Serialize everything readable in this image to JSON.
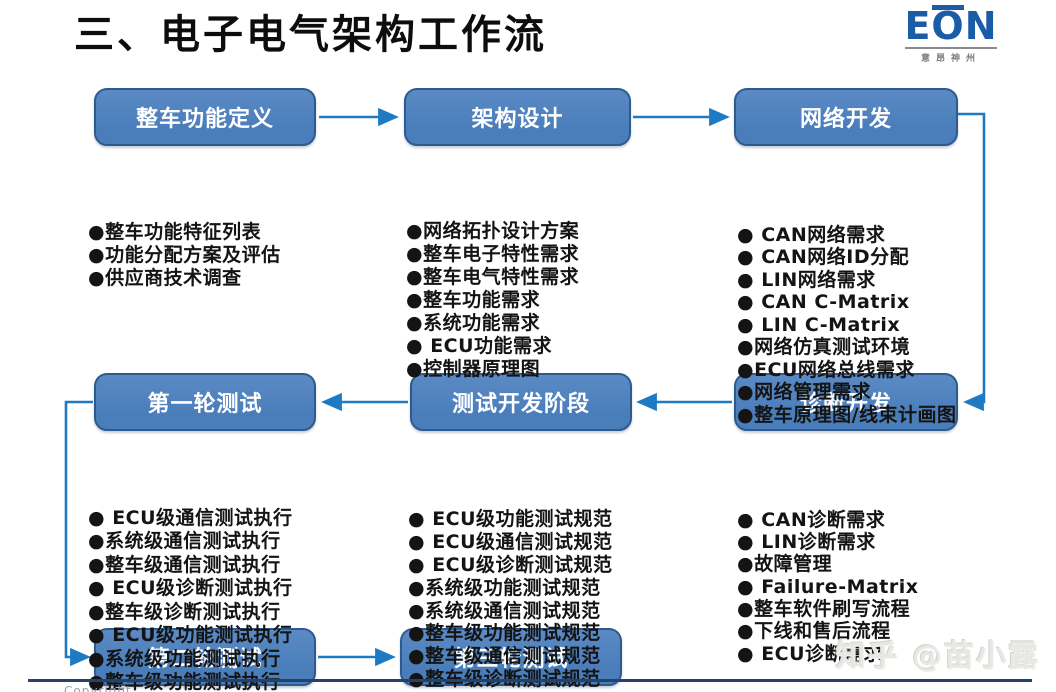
{
  "title": "三、电子电气架构工作流",
  "logo": {
    "letters": [
      "E",
      "O",
      "N"
    ],
    "subtext": "意昂神州"
  },
  "watermark": "知乎 @苗小露",
  "footer": {
    "copyright": "Copyright"
  },
  "colors": {
    "boxFill": "#4A7EBB",
    "boxFillLight": "#5B8AC4",
    "boxBorder": "#2E5A8F",
    "arrow": "#1E7AC2",
    "logoBlue": "#1A5DA6",
    "divider": "#24436B"
  },
  "nodes": [
    {
      "id": "vehicle-function-definition",
      "label": "整车功能定义",
      "items": [
        "●整车功能特征列表",
        "●功能分配方案及评估",
        "●供应商技术调查"
      ]
    },
    {
      "id": "architecture-design",
      "label": "架构设计",
      "items": [
        "●网络拓扑设计方案",
        "●整车电子特性需求",
        "●整车电气特性需求",
        "●整车功能需求",
        "●系统功能需求",
        "● ECU功能需求",
        "●控制器原理图"
      ]
    },
    {
      "id": "network-development",
      "label": "网络开发",
      "items": [
        "● CAN网络需求",
        "● CAN网络ID分配",
        "● LIN网络需求",
        "● CAN C-Matrix",
        "● LIN C-Matrix",
        "●网络仿真测试环境",
        "●ECU网络总线需求",
        "●网络管理需求",
        "●整车原理图/线束计画图"
      ]
    },
    {
      "id": "first-round-test",
      "label": "第一轮测试",
      "items": [
        "● ECU级通信测试执行",
        "●系统级通信测试执行",
        "●整车级通信测试执行",
        "● ECU级诊断测试执行",
        "●整车级诊断测试执行",
        "● ECU级功能测试执行",
        "●系统级功能测试执行",
        "●整车级功能测试执行"
      ]
    },
    {
      "id": "test-development-phase",
      "label": "测试开发阶段",
      "items": [
        "● ECU级功能测试规范",
        "● ECU级通信测试规范",
        "● ECU级诊断测试规范",
        "●系统级功能测试规范",
        "●系统级通信测试规范",
        "●整车级功能测试规范",
        "●整车级通信测试规范",
        "●整车级诊断测试规范"
      ]
    },
    {
      "id": "diagnostic-development",
      "label": "诊断开发",
      "items": [
        "● CAN诊断需求",
        "● LIN诊断需求",
        "●故障管理",
        "● Failure-Matrix",
        "●整车软件刷写流程",
        "●下线和售后流程",
        "● ECU诊断需求"
      ]
    },
    {
      "id": "second-round-test",
      "label": "第二轮测试",
      "items": []
    },
    {
      "id": "third-round-test",
      "label": "第三轮测试",
      "items": []
    }
  ]
}
